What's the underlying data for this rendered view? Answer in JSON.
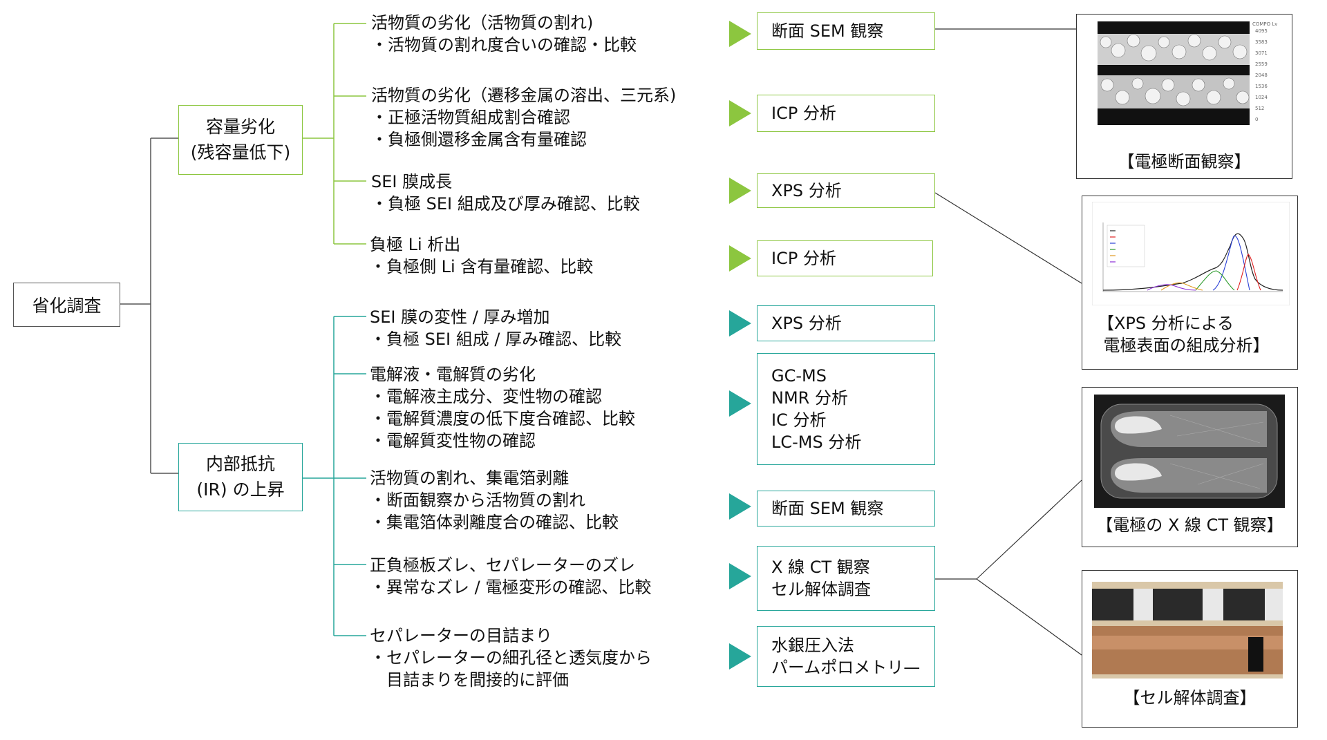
{
  "root": {
    "label": "省化調査"
  },
  "categories": [
    {
      "lines": [
        "容量劣化",
        "(残容量低下)"
      ]
    },
    {
      "lines": [
        "内部抵抗",
        "(IR) の上昇"
      ]
    }
  ],
  "items": [
    {
      "lines": [
        "活物質の劣化（活物質の割れ)",
        "・活物質の割れ度合いの確認・比較"
      ]
    },
    {
      "lines": [
        "活物質の劣化（遷移金属の溶出、三元系)",
        "・正極活物質組成割合確認",
        "・負極側還移金属含有量確認"
      ]
    },
    {
      "lines": [
        "SEI 膜成長",
        "・負極 SEI 組成及び厚み確認、比較"
      ]
    },
    {
      "lines": [
        "負極 Li 析出",
        "・負極側 Li 含有量確認、比較"
      ]
    },
    {
      "lines": [
        "SEI 膜の変性 / 厚み増加",
        "・負極 SEI 組成 / 厚み確認、比較"
      ]
    },
    {
      "lines": [
        "電解液・電解質の劣化",
        "・電解液主成分、変性物の確認",
        "・電解質濃度の低下度合確認、比較",
        "・電解質変性物の確認"
      ]
    },
    {
      "lines": [
        "活物質の割れ、集電箔剥離",
        "・断面観察から活物質の割れ",
        "・集電箔体剥離度合の確認、比較"
      ]
    },
    {
      "lines": [
        "正負極板ズレ、セパレーターのズレ",
        "・異常なズレ / 電極変形の確認、比較"
      ]
    },
    {
      "lines": [
        "セパレーターの目詰まり",
        "・セパレーターの細孔径と透気度から",
        "　目詰まりを間接的に評価"
      ]
    }
  ],
  "methods": [
    {
      "lines": [
        "断面 SEM 観察"
      ]
    },
    {
      "lines": [
        "ICP 分析"
      ]
    },
    {
      "lines": [
        "XPS 分析"
      ]
    },
    {
      "lines": [
        "ICP 分析"
      ]
    },
    {
      "lines": [
        "XPS 分析"
      ]
    },
    {
      "lines": [
        "GC-MS",
        "NMR 分析",
        "IC 分析",
        "LC-MS 分析"
      ]
    },
    {
      "lines": [
        "断面 SEM 観察"
      ]
    },
    {
      "lines": [
        "X 線 CT 観察",
        "セル解体調査"
      ]
    },
    {
      "lines": [
        "水銀圧入法",
        "パームポロメトリ—"
      ]
    }
  ],
  "images": [
    {
      "caption": [
        "【電極断面観察】"
      ],
      "icon": "sem-cross-section-image"
    },
    {
      "caption": [
        "【XPS 分析による",
        "電極表面の組成分析】"
      ],
      "icon": "xps-spectrum-image"
    },
    {
      "caption": [
        "【電極の X 線 CT 観察】"
      ],
      "icon": "xray-ct-image"
    },
    {
      "caption": [
        "【セル解体調査】"
      ],
      "icon": "cell-disassembly-photo"
    }
  ],
  "colors": {
    "green": "#8cc63f",
    "teal": "#26a69a",
    "line_dark": "#333333"
  }
}
